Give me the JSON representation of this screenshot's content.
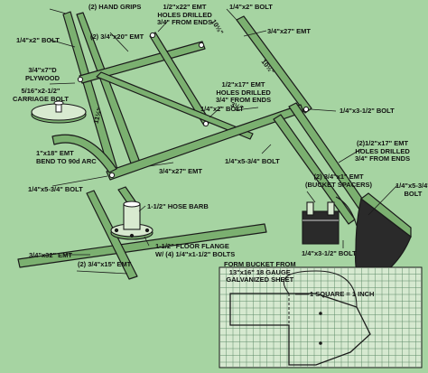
{
  "labels": {
    "hand_grips": "(2) HAND GRIPS",
    "emt_22_holes": "1/2\"x22\" EMT\nHOLES DRILLED\n3/4\" FROM ENDS",
    "bolt_top_right": "1/4\"x2\" BOLT",
    "emt_3_4x27_top": "3/4\"x27\" EMT",
    "emt_3_4x20": "(2) 3/4\"x20\" EMT",
    "bolt_left_upper": "1/4\"x2\" BOLT",
    "plywood": "3/4\"x7\"D\nPLYWOOD",
    "carriage_bolt": "5/16\"x2-1/2\"\nCARRIAGE BOLT",
    "emt_17_center": "1/2\"x17\" EMT\nHOLES DRILLED\n3/4\" FROM ENDS",
    "bolt_center": "1/4\"x2\" BOLT",
    "bolt_3_1_2": "1/4\"x3-1/2\" BOLT",
    "emt_1x18": "1\"x18\" EMT\nBEND TO 90d ARC",
    "emt_17_right": "(2)1/2\"x17\" EMT\nHOLES DRILLED\n3/4\" FROM ENDS",
    "emt_3_4x27_mid": "3/4\"x27\" EMT",
    "bolt_5_3_4_center": "1/4\"x5-3/4\" BOLT",
    "bolt_3_4_left": "1/4\"x5-3/4\" BOLT",
    "emt_3_4x1": "(2) 3/4\"x1\" EMT\n(BUCKET SPACERS)",
    "bolt_5_3_4_right": "1/4\"x5-3/4\"\nBOLT",
    "hose_barb": "1-1/2\" HOSE BARB",
    "emt_3_4x32": "3/4\"x32\" EMT",
    "floor_flange": "1-1/2\" FLOOR FLANGE\nW/ (4) 1/4\"x1-1/2\" BOLTS",
    "bolt_3_1_2_lower": "1/4\"x3-1/2\" BOLT",
    "emt_3_4x15": "(2) 3/4\"x15\" EMT",
    "form_bucket": "FORM BUCKET FROM\n13\"x16\" 18 GAUGE\nGALVANIZED SHEET",
    "square_legend": "1 SQUARE = 1 INCH"
  },
  "dims": {
    "d10_top": "10½\"",
    "d10_right": "10½\"",
    "d11_left": "11½\"",
    "d3_right": "3½\""
  },
  "colors": {
    "background": "#a6d4a2",
    "tube_fill": "#7bb070",
    "outline": "#1a1a1a",
    "bucket_dark": "#2a2a2a",
    "grid_line": "#5f8a68"
  }
}
